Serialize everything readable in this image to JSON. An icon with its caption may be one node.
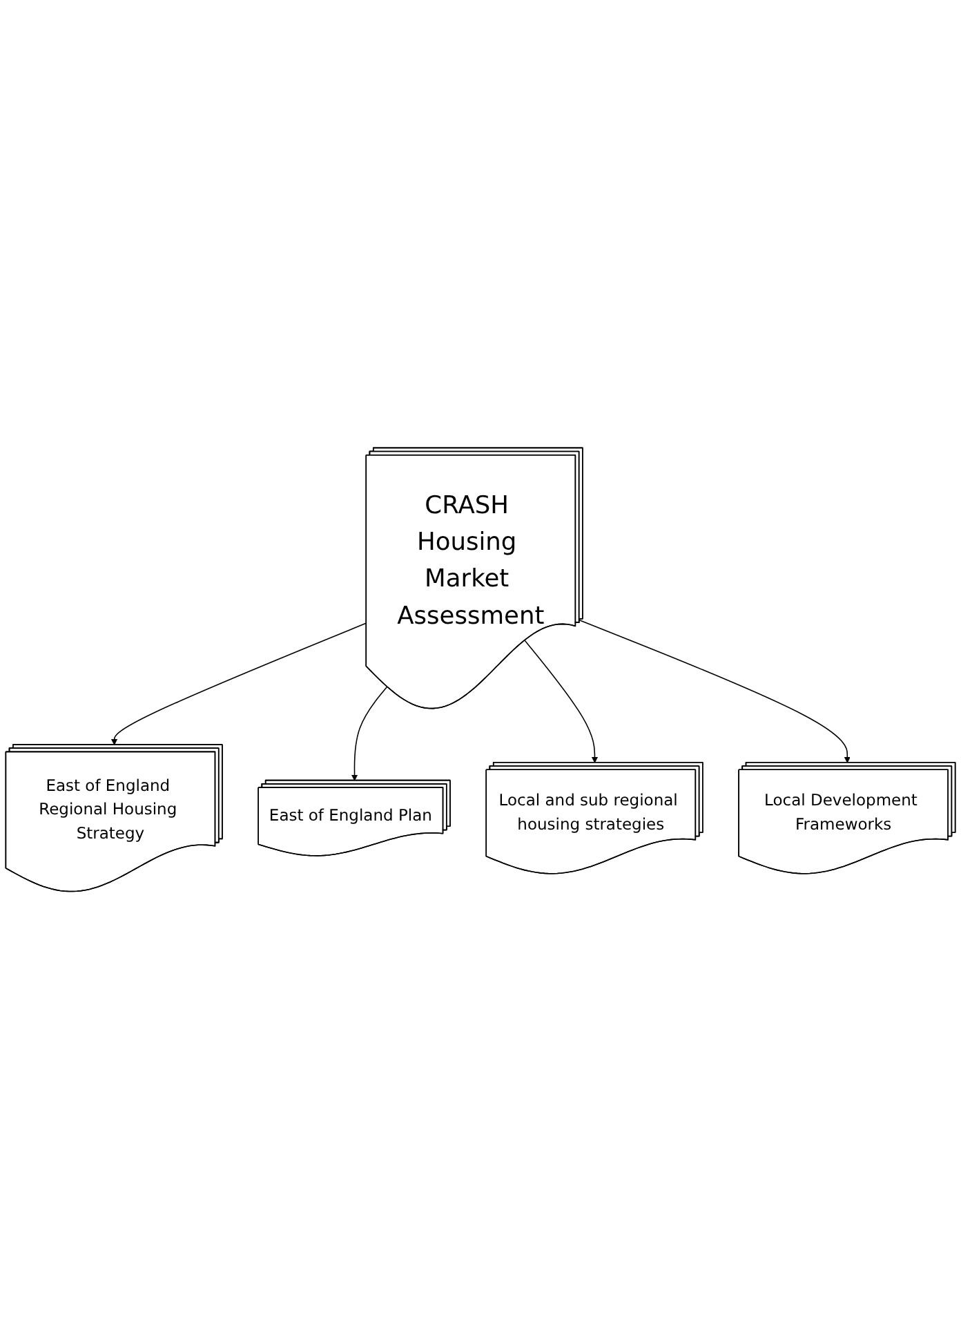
{
  "diagram": {
    "nodes": [
      {
        "text": [
          "East of England Regional Housing Strategy"
        ]
      },
      {
        "text": [
          "East of England Plan"
        ]
      },
      {
        "text": [
          "CRASH Housing Market Assessment"
        ]
      },
      {
        "text": [
          "Local and sub regional housing strategies"
        ]
      },
      {
        "text": [
          "Local Development Frameworks"
        ]
      }
    ],
    "edges": [
      {
        "from": 2,
        "to": 0,
        "arrow": "to"
      },
      {
        "from": 2,
        "to": 1,
        "arrow": "to"
      },
      {
        "from": 2,
        "to": 3,
        "arrow": "to"
      },
      {
        "from": 2,
        "to": 4,
        "arrow": "to"
      }
    ]
  }
}
